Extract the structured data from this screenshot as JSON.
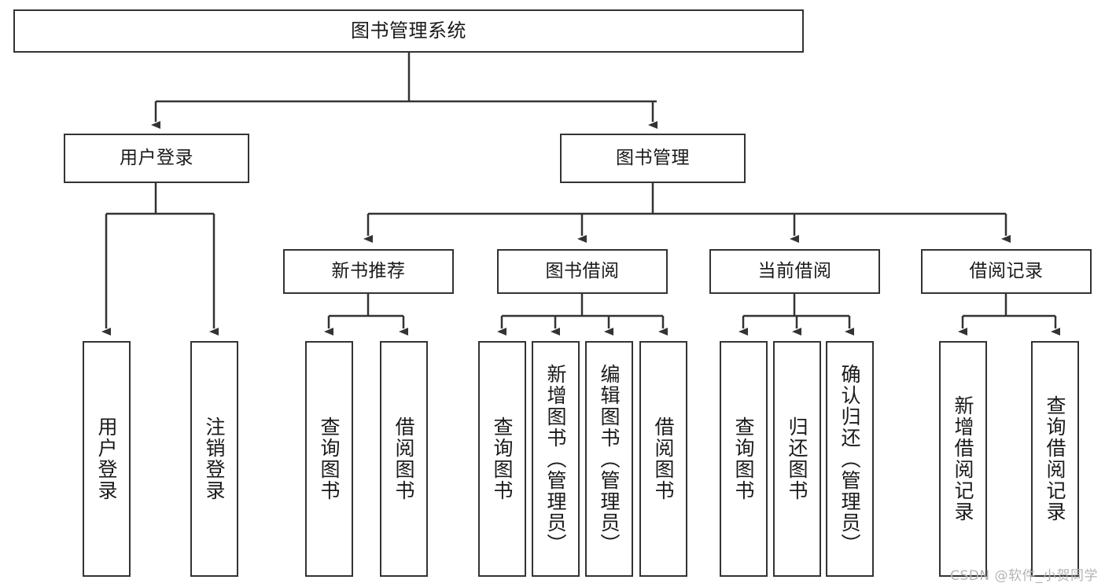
{
  "diagram": {
    "title": "图书管理系统",
    "watermark": "CSDN @软件_小贺同学",
    "line_color": "#333333",
    "box_fill": "#ffffff",
    "text_color": "#1a1a1a",
    "nodes": {
      "root": {
        "label": "图书管理系统"
      },
      "level2": [
        {
          "id": "user-login",
          "label": "用户登录"
        },
        {
          "id": "book-manage",
          "label": "图书管理"
        }
      ],
      "level3": [
        {
          "id": "new-book-recommend",
          "label": "新书推荐"
        },
        {
          "id": "book-borrow",
          "label": "图书借阅"
        },
        {
          "id": "current-borrow",
          "label": "当前借阅"
        },
        {
          "id": "borrow-record",
          "label": "借阅记录"
        }
      ],
      "leaves": [
        {
          "id": "leaf-user-login",
          "label": "用户登录",
          "parent": "user-login"
        },
        {
          "id": "leaf-logout",
          "label": "注销登录",
          "parent": "user-login"
        },
        {
          "id": "leaf-query-book-1",
          "label": "查询图书",
          "parent": "new-book-recommend"
        },
        {
          "id": "leaf-borrow-book-1",
          "label": "借阅图书",
          "parent": "new-book-recommend"
        },
        {
          "id": "leaf-query-book-2",
          "label": "查询图书",
          "parent": "book-borrow"
        },
        {
          "id": "leaf-add-book",
          "label": "新增图书（管理员）",
          "parent": "book-borrow"
        },
        {
          "id": "leaf-edit-book",
          "label": "编辑图书（管理员）",
          "parent": "book-borrow"
        },
        {
          "id": "leaf-borrow-book-2",
          "label": "借阅图书",
          "parent": "book-borrow"
        },
        {
          "id": "leaf-query-book-3",
          "label": "查询图书",
          "parent": "current-borrow"
        },
        {
          "id": "leaf-return-book",
          "label": "归还图书",
          "parent": "current-borrow"
        },
        {
          "id": "leaf-confirm-return",
          "label": "确认归还（管理员）",
          "parent": "current-borrow"
        },
        {
          "id": "leaf-add-record",
          "label": "新增借阅记录",
          "parent": "borrow-record"
        },
        {
          "id": "leaf-query-record",
          "label": "查询借阅记录",
          "parent": "borrow-record"
        }
      ]
    }
  }
}
